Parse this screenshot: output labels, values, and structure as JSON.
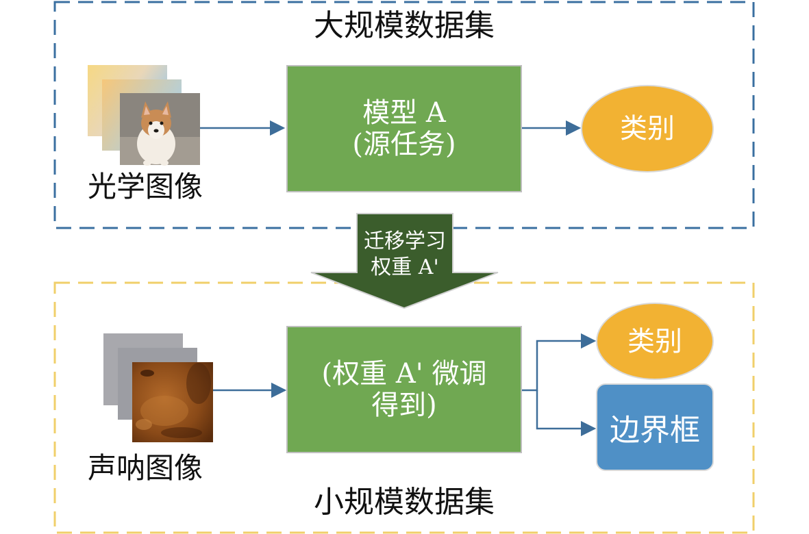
{
  "top_section": {
    "title": "大规模数据集",
    "image_label": "光学图像",
    "model_line1": "模型 A",
    "model_line2": "(源任务)",
    "output": "类别"
  },
  "transfer": {
    "line1": "迁移学习",
    "line2": "权重 A'"
  },
  "bottom_section": {
    "title": "小规模数据集",
    "image_label": "声呐图像",
    "model_line1": "(权重 A' 微调",
    "model_line2": "得到)",
    "output_class": "类别",
    "output_bbox": "边界框"
  },
  "colors": {
    "top_border": "#3a6fa0",
    "bottom_border": "#f0cf6a",
    "model_fill": "#70a852",
    "class_fill": "#f2b233",
    "bbox_fill": "#4f90c6",
    "transfer_arrow": "#3b5d2c",
    "connector": "#3d6d99"
  }
}
